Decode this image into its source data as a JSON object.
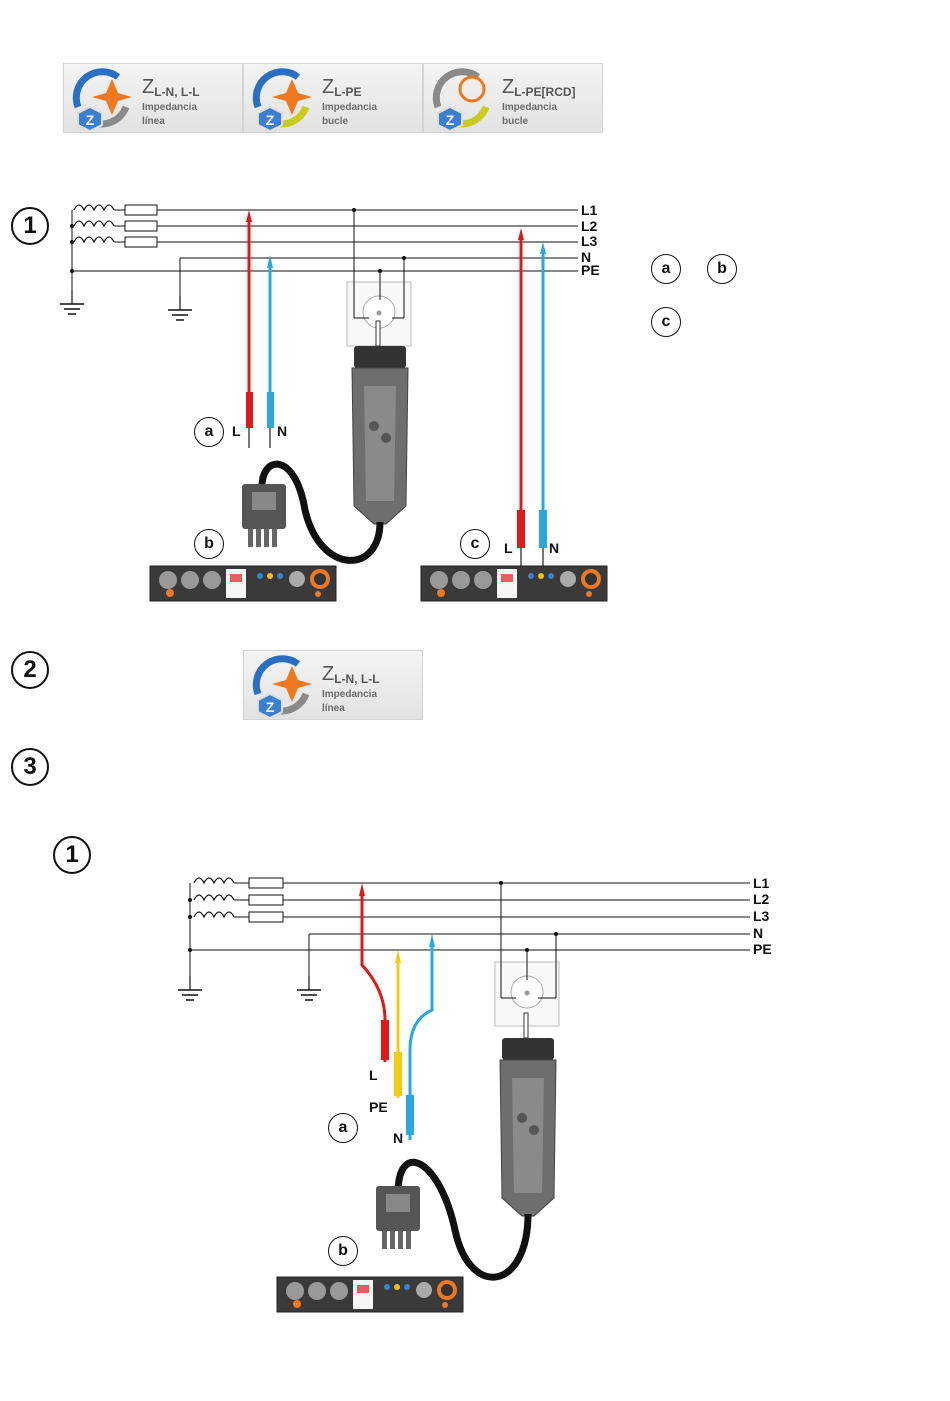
{
  "tiles": [
    {
      "symbol": "Z",
      "sub": "L-N, L-L",
      "line1": "Impedancia",
      "line2": "línea"
    },
    {
      "symbol": "Z",
      "sub": "L-PE",
      "line1": "Impedancia",
      "line2": "bucle"
    },
    {
      "symbol": "Z",
      "sub": "L-PE[RCD]",
      "line1": "Impedancia",
      "line2": "bucle"
    }
  ],
  "tile2": {
    "symbol": "Z",
    "sub": "L-N, L-L",
    "line1": "Impedancia",
    "line2": "línea"
  },
  "steps": [
    "1",
    "2",
    "3",
    "1"
  ],
  "callouts": {
    "a": "a",
    "b": "b",
    "c": "c"
  },
  "lines": {
    "l1": "L1",
    "l2": "L2",
    "l3": "L3",
    "n": "N",
    "pe": "PE"
  },
  "leads": {
    "l": "L",
    "n": "N",
    "pe": "PE"
  },
  "colors": {
    "red": "#e01818",
    "blue": "#2aa7dc",
    "yellow": "#f1cc10",
    "plug": "#6e6e6e",
    "cable": "#111111"
  },
  "icons": [
    "impedance-icon",
    "rcd-icon"
  ]
}
